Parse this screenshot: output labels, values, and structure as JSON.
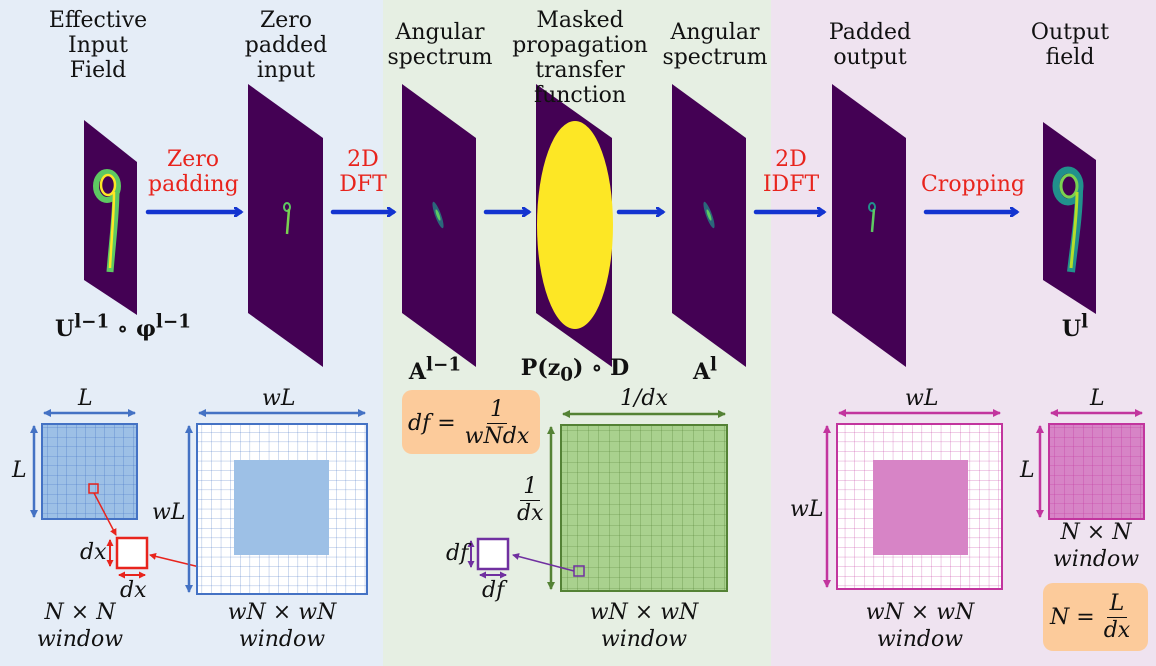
{
  "headers": {
    "effective_input": "Effective\nInput\nField",
    "zero_padded": "Zero\npadded\ninput",
    "angular1": "Angular\nspectrum",
    "masked": "Masked\npropagation\ntransfer function",
    "angular2": "Angular\nspectrum",
    "padded_output": "Padded\noutput",
    "output_field": "Output\nfield"
  },
  "steps": {
    "zero_padding": "Zero\npadding",
    "dft": "2D\nDFT",
    "idft": "2D\nIDFT",
    "cropping": "Cropping"
  },
  "symbols": {
    "input_field": "U<sup>l−1</sup> ∘ φ<sup>l−1</sup>",
    "a_prev": "A<sup>l−1</sup>",
    "transfer": "P(z<sub>0</sub>) ∘ D",
    "a_next": "A<sup>l</sup>",
    "output": "U<sup>l</sup>"
  },
  "grid_labels": {
    "L_top": "L",
    "L_side": "L",
    "dx_side": "dx",
    "dx_bottom": "dx",
    "nxn": "N × N",
    "window": "window",
    "wL_top": "wL",
    "wL_side": "wL",
    "wnxwn": "wN × wN",
    "window2": "window",
    "inv_dx_top": "1/dx",
    "inv_dx_num": "1",
    "inv_dx_den": "dx",
    "df_side": "df",
    "df_bottom": "df",
    "wnxwn2": "wN × wN",
    "window3": "window",
    "wL_top2": "wL",
    "wL_side2": "wL",
    "wnxwn3": "wN × wN",
    "window4": "window",
    "L_top2": "L",
    "L_side2": "L",
    "nxn2": "N × N",
    "window5": "window"
  },
  "formulas": {
    "df_lhs": "df =",
    "df_num": "1",
    "df_den": "wNdx",
    "n_lhs": "N =",
    "n_num": "L",
    "n_den": "dx"
  },
  "colors": {
    "blue": "#4472c4",
    "green": "#548235",
    "magenta": "#c2359e",
    "red": "#e8241d",
    "arrow": "#1334d0",
    "purple": "#7030a0",
    "dark_field": "#440154",
    "yellow_mask": "#fde725"
  }
}
